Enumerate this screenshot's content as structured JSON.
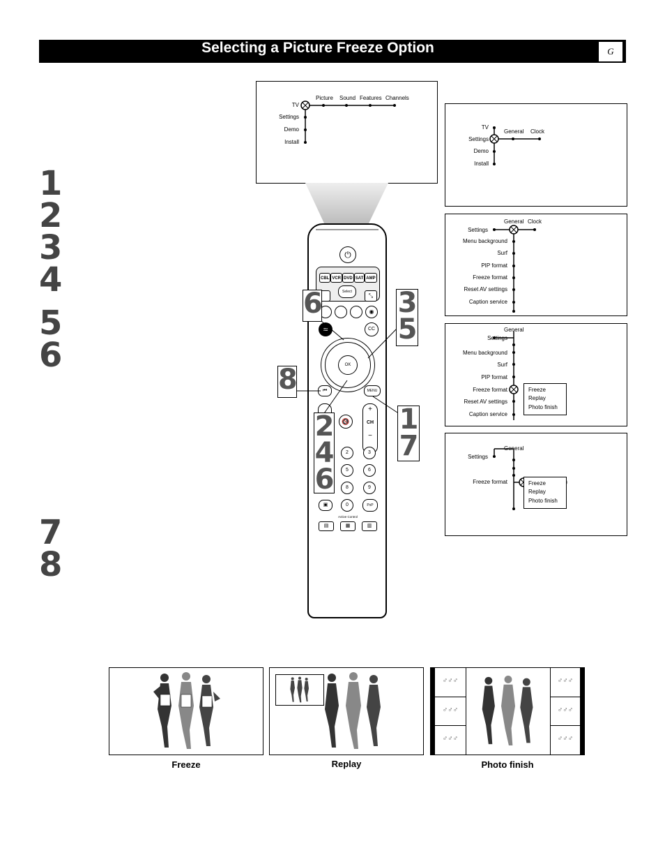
{
  "header": {
    "title": "Selecting a Picture Freeze Option",
    "section_letter": "G"
  },
  "steps_column": {
    "group1": "1\n2\n3\n4",
    "group2": "5\n6",
    "group3": "7\n8"
  },
  "screen1": {
    "left_items": [
      "TV",
      "Settings",
      "Demo",
      "Install"
    ],
    "top_items": [
      "Picture",
      "Sound",
      "Features",
      "Channels"
    ]
  },
  "screen2": {
    "left_items": [
      "TV",
      "Settings",
      "Demo",
      "Install"
    ],
    "top_items": [
      "General",
      "Clock"
    ]
  },
  "screen3": {
    "left_items": [
      "Settings",
      "Menu background",
      "Surf",
      "PIP format",
      "Freeze format",
      "Reset AV settings",
      "Caption service"
    ],
    "top_items": [
      "General",
      "Clock"
    ]
  },
  "screen4": {
    "left_items": [
      "Settings",
      "Menu background",
      "Surf",
      "PIP format",
      "Freeze format",
      "Reset AV settings",
      "Caption service"
    ],
    "top_items": [
      "General"
    ],
    "submenu": [
      "Freeze",
      "Replay",
      "Photo finish"
    ]
  },
  "screen5": {
    "left_items": [
      "Settings",
      "Freeze format"
    ],
    "top_items": [
      "General"
    ],
    "submenu": [
      "Freeze",
      "Replay",
      "Photo finish"
    ]
  },
  "remote": {
    "source_buttons": [
      "CBL",
      "VCR",
      "DVD",
      "SAT",
      "AMP"
    ],
    "select_label": "Select",
    "ok_label": "OK",
    "cc_label": "CC",
    "menu_label": "MENU",
    "ch_label": "CH",
    "ch_plus": "+",
    "ch_minus": "−",
    "digits": [
      "2",
      "3",
      "5",
      "6",
      "8",
      "9",
      "0"
    ],
    "pip_label": "PxP",
    "active_control_label": "Active Control"
  },
  "callouts": {
    "c6": "6",
    "c35": "3\n5",
    "c8": "8",
    "c246": "2\n4\n6",
    "c17": "1\n7"
  },
  "captions": {
    "freeze": "Freeze",
    "replay": "Replay",
    "photo_finish": "Photo finish"
  },
  "colors": {
    "header_bg": "#000000",
    "step_numbers": "#444444",
    "callout_numbers": "#555555"
  }
}
